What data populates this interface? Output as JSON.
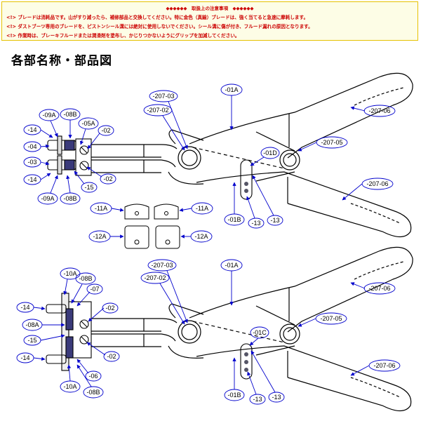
{
  "notice": {
    "heading": "◆◆◆◆◆◆　取扱上の注意事項　◆◆◆◆◆◆",
    "lines": [
      "<!> ブレードは消耗品です。山がすり減ったら、補修部品と交換してください。特に金色（真鍮）ブレードは、強く当てると急速に摩耗します。",
      "<!> ダストブーツ専用のブレードを、ピストンシール溝には絶対に使用しないでください。シール溝に傷が付き、フルード漏れの原因となります。",
      "<!> 作業時は、ブレーキフルードまたは潤滑剤を塗布し、かじりつかないようにグリップを加減してください。"
    ]
  },
  "title": "各部名称・部品図",
  "colors": {
    "notice_text": "#cc0000",
    "notice_border": "#e6c200",
    "callout": "#0000cc",
    "drawing": "#000000"
  },
  "callouts": {
    "top": {
      "c_207_03": "-207-03",
      "c_207_02": "-207-02",
      "c_01a": "-01A",
      "c_207_06a": "-207-06",
      "c_207_05": "-207-05",
      "c_207_06b": "-207-06",
      "c_01d": "-01D",
      "c_01b": "-01B",
      "c_13a": "-13",
      "c_13b": "-13",
      "c_09a_t": "-09A",
      "c_08b_t": "-08B",
      "c_05a": "-05A",
      "c_02a": "-02",
      "c_14a": "-14",
      "c_04": "-04",
      "c_03": "-03",
      "c_02b": "-02",
      "c_14b": "-14",
      "c_15": "-15",
      "c_09a_b": "-09A",
      "c_08b_b": "-08B",
      "c_11a_l": "-11A",
      "c_11a_r": "-11A",
      "c_12a_l": "-12A",
      "c_12a_r": "-12A"
    },
    "bottom": {
      "c_207_03": "-207-03",
      "c_207_02": "-207-02",
      "c_01a": "-01A",
      "c_207_06a": "-207-06",
      "c_207_05": "-207-05",
      "c_207_06b": "-207-06",
      "c_01c": "-01C",
      "c_01b": "-01B",
      "c_13a": "-13",
      "c_13b": "-13",
      "c_10a_t": "-10A",
      "c_08b_t": "-08B",
      "c_07": "-07",
      "c_14a": "-14",
      "c_02a": "-02",
      "c_08a": "-08A",
      "c_15": "-15",
      "c_02b": "-02",
      "c_14b": "-14",
      "c_06": "-06",
      "c_10a_b": "-10A",
      "c_08b_b": "-08B"
    }
  }
}
